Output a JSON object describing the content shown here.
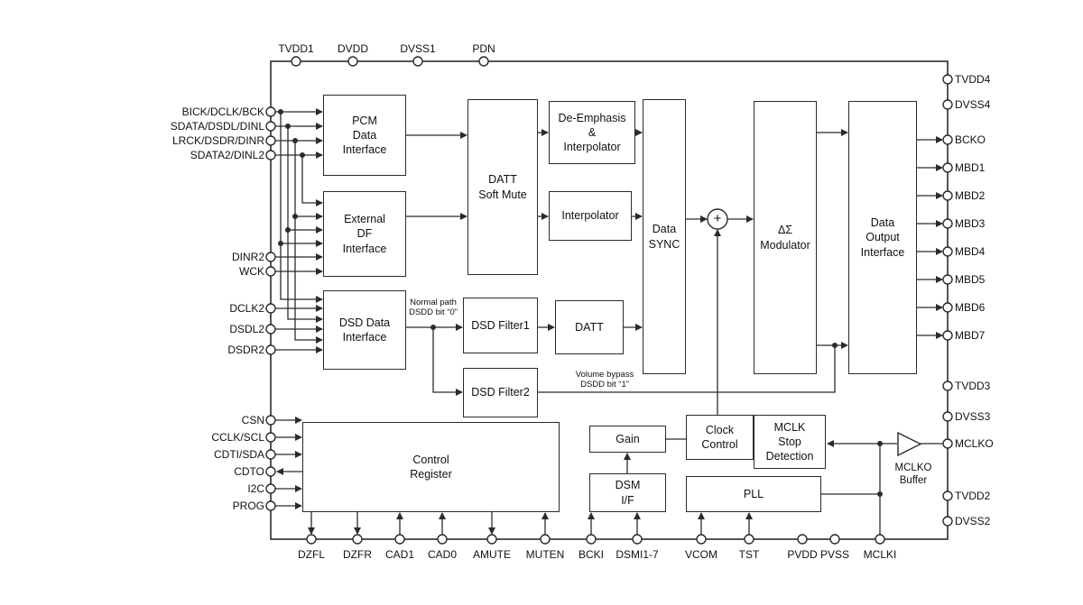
{
  "diagram": {
    "blocks": {
      "pcm": "PCM\nData\nInterface",
      "ext_df": "External\nDF\nInterface",
      "dsd": "DSD Data\nInterface",
      "datt_soft_mute": "DATT\nSoft Mute",
      "de_emphasis": "De-Emphasis\n&\nInterpolator",
      "interpolator": "Interpolator",
      "dsd_filter1": "DSD Filter1",
      "datt": "DATT",
      "dsd_filter2": "DSD Filter2",
      "data_sync": "Data\nSYNC",
      "summing_node": "+",
      "ds_modulator": "ΔΣ\nModulator",
      "data_output": "Data\nOutput\nInterface",
      "control_register": "Control\nRegister",
      "gain": "Gain",
      "dsm_if": "DSM\nI/F",
      "clock_control": "Clock\nControl",
      "mclk_stop": "MCLK\nStop\nDetection",
      "pll": "PLL",
      "mclko_buffer": "MCLKO\nBuffer"
    },
    "annotations": {
      "normal_path": "Normal path\nDSDD bit “0”",
      "volume_bypass": "Volume bypass\nDSDD bit “1”"
    },
    "pins": {
      "top": [
        "TVDD1",
        "DVDD",
        "DVSS1",
        "PDN"
      ],
      "left": [
        "BICK/DCLK/BCK",
        "SDATA/DSDL/DINL",
        "LRCK/DSDR/DINR",
        "SDATA2/DINL2",
        "DINR2",
        "WCK",
        "DCLK2",
        "DSDL2",
        "DSDR2",
        "CSN",
        "CCLK/SCL",
        "CDTI/SDA",
        "CDTO",
        "I2C",
        "PROG"
      ],
      "right": [
        "TVDD4",
        "DVSS4",
        "BCKO",
        "MBD1",
        "MBD2",
        "MBD3",
        "MBD4",
        "MBD5",
        "MBD6",
        "MBD7",
        "TVDD3",
        "DVSS3",
        "MCLKO",
        "TVDD2",
        "DVSS2"
      ],
      "bottom": [
        "DZFL",
        "DZFR",
        "CAD1",
        "CAD0",
        "AMUTE",
        "MUTEN",
        "BCKI",
        "DSMI1-7",
        "VCOM",
        "TST",
        "PVDD",
        "PVSS",
        "MCLKI"
      ]
    },
    "colors": {
      "line": "#2b2b2b",
      "background": "#ffffff"
    }
  }
}
